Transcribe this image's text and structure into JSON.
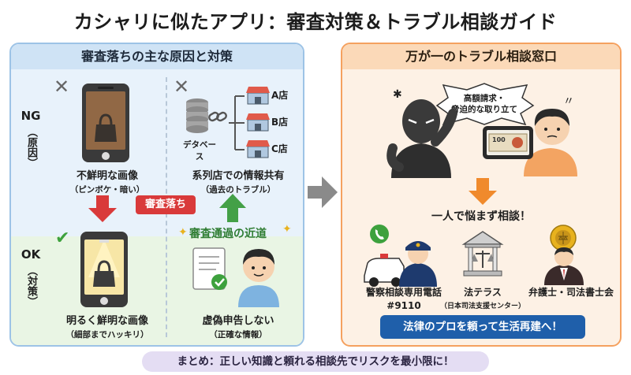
{
  "title": "カシャリに似たアプリ：審査対策＆トラブル相談ガイド",
  "left": {
    "header": "審査落ちの主な原因と対策",
    "ng_label": [
      "NG",
      "（原因）"
    ],
    "ok_label": [
      "OK",
      "（対策）"
    ],
    "ng_items": [
      {
        "main": "不鮮明な画像",
        "sub": "（ピンボケ・暗い）"
      },
      {
        "main": "系列店での情報共有",
        "sub": "（過去のトラブル）"
      }
    ],
    "ok_items": [
      {
        "main": "明るく鮮明な画像",
        "sub": "（細部までハッキリ）"
      },
      {
        "main": "虚偽申告しない",
        "sub": "（正確な情報）"
      }
    ],
    "database_label": "デタベース",
    "stores": [
      "A店",
      "B店",
      "C店"
    ],
    "fail_badge": "審査落ち",
    "pass_label": "審査通過の近道"
  },
  "right": {
    "header": "万が一のトラブル相談窓口",
    "speech": [
      "高額請求・",
      "脅迫的な取り立て"
    ],
    "bill_text": "100",
    "consult": "一人で悩まず相談！",
    "orgs": [
      {
        "main": "警察相談専用電話",
        "sub": "#9110"
      },
      {
        "main": "法テラス",
        "sub": "（日本司法支援センター）"
      },
      {
        "main": "弁護士・司法書士会",
        "sub": ""
      }
    ],
    "banner": "法律のプロを頼って生活再建へ！"
  },
  "summary": "まとめ：正しい知識と頼れる相談先でリスクを最小限に！",
  "colors": {
    "left_border": "#9dc3e6",
    "right_border": "#f5a15f",
    "fail_red": "#d93a3a",
    "pass_green": "#3da13d",
    "banner_blue": "#1f5faa",
    "arrow_orange": "#f08a2c"
  },
  "icons": [
    "x-mark-icon",
    "check-mark-icon",
    "phone-icon",
    "bag-icon",
    "database-icon",
    "link-icon",
    "store-icon",
    "document-icon",
    "police-icon",
    "courthouse-icon",
    "lawyer-badge-icon",
    "lawyer-icon",
    "arrow-right-icon",
    "arrow-down-icon",
    "arrow-up-icon",
    "sparkle-icon"
  ]
}
